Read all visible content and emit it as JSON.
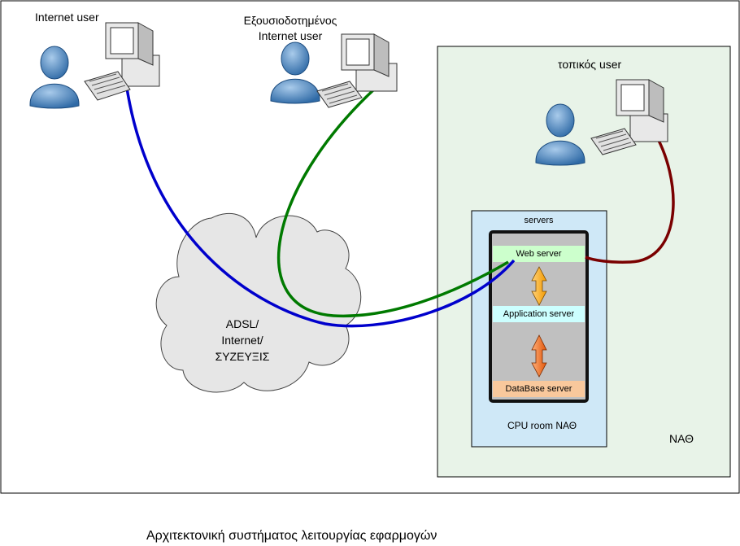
{
  "users": {
    "internet_user": "Internet user",
    "authorized_user_line1": "Εξουσιοδοτημένος",
    "authorized_user_line2": "Internet user",
    "local_user": "τοπικός user"
  },
  "network": {
    "cloud_line1": "ADSL/",
    "cloud_line2": "Internet/",
    "cloud_line3": "ΣΥΖΕΥΞΙΣ"
  },
  "servers": {
    "title": "servers",
    "web": "Web server",
    "application": "Application server",
    "database": "DataBase  server"
  },
  "zones": {
    "cpu_room": "CPU room ΝΑΘ",
    "nath": "ΝΑΘ"
  },
  "caption": "Αρχιτεκτονική συστήματος λειτουργίας εφαρμογών",
  "colors": {
    "internet_link": "#0000cc",
    "authorized_link": "#007a00",
    "local_link": "#7a0000",
    "nath_zone": "#e8f3e8",
    "cpu_room": "#cfe8f7",
    "web_server": "#ccffcc",
    "app_server": "#ccffff",
    "db_server": "#f9c89c",
    "rack": "#c0c0c0",
    "cloud": "#e6e6e6",
    "user_blue": "#5a8fc4"
  }
}
